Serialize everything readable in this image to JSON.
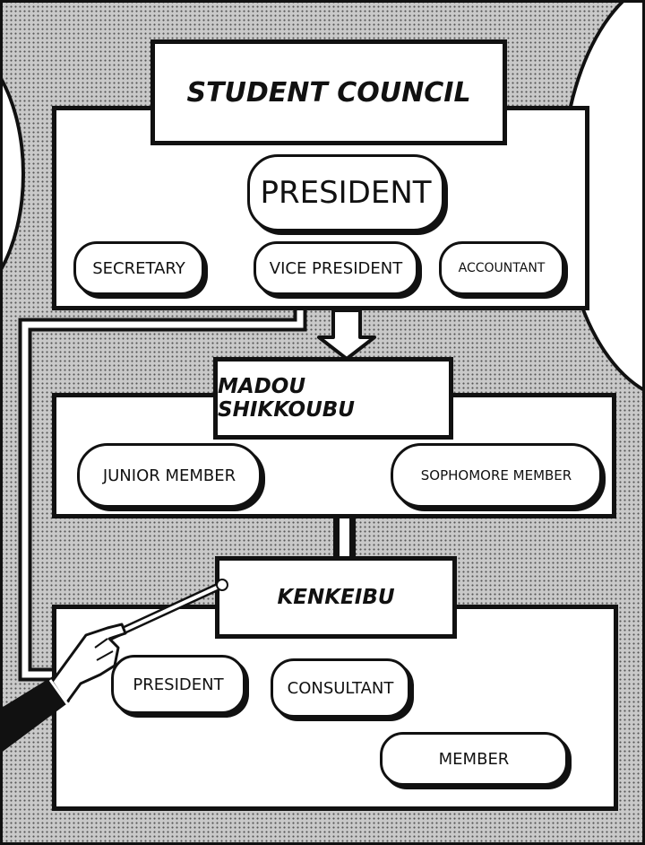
{
  "student_council": {
    "title": "STUDENT COUNCIL",
    "president": "PRESIDENT",
    "secretary": "SECRETARY",
    "vice_president": "VICE PRESIDENT",
    "accountant": "ACCOUNTANT"
  },
  "madou_shikkoubu": {
    "title": "MADOU SHIKKOUBU",
    "junior_member": "JUNIOR MEMBER",
    "sophomore_member": "SOPHOMORE MEMBER"
  },
  "kenkeibu": {
    "title": "KENKEIBU",
    "president": "PRESIDENT",
    "consultant": "CONSULTANT",
    "member": "MEMBER"
  }
}
